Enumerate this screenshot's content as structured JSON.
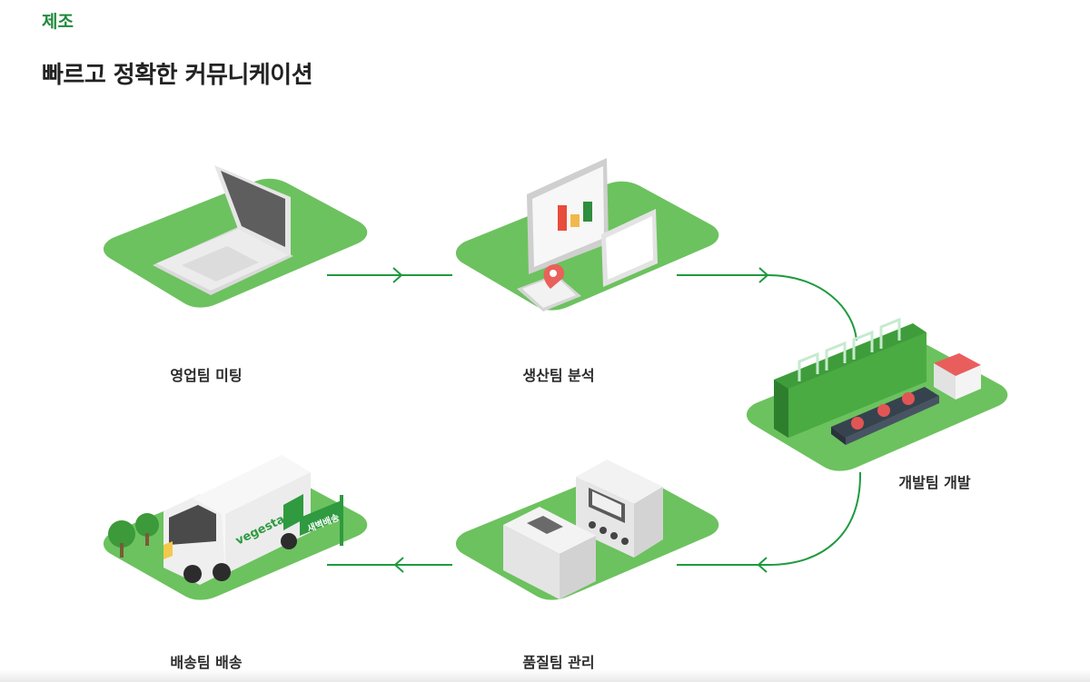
{
  "header": {
    "category": "제조",
    "title": "빠르고 정확한 커뮤니케이션"
  },
  "stages": [
    {
      "label": "영업팀 미팅"
    },
    {
      "label": "생산팀 분석"
    },
    {
      "label": "개발팀 개발"
    },
    {
      "label": "품질팀 관리"
    },
    {
      "label": "배송팀 배송"
    }
  ],
  "truck": {
    "brand": "vegestar",
    "flag": "새벽배송"
  },
  "colors": {
    "accent": "#1f8a3b",
    "platform": "#6cc25e",
    "arrow": "#1f9a3f"
  }
}
